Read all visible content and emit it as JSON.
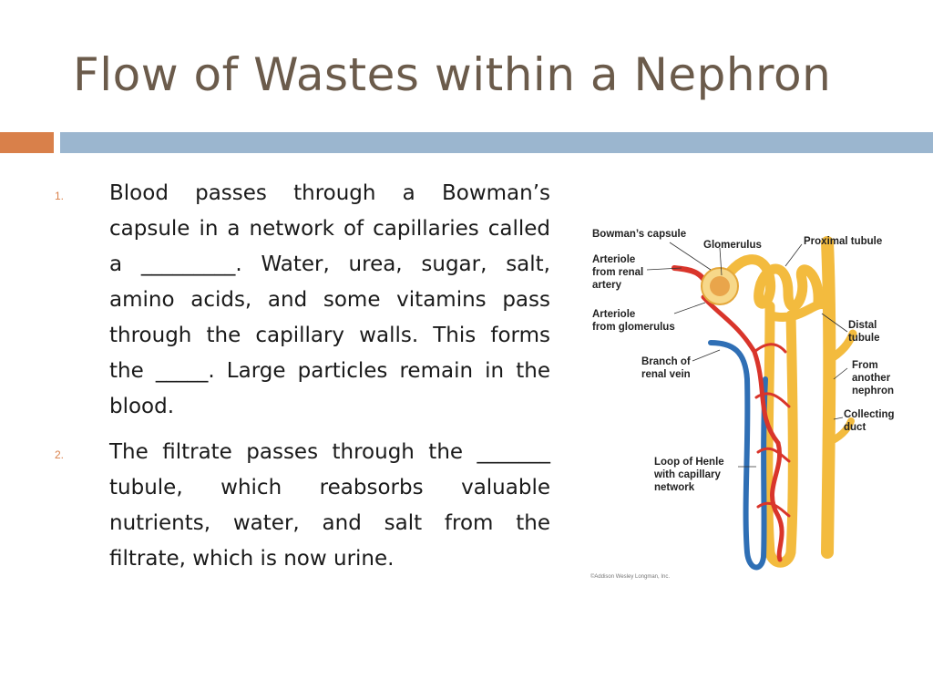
{
  "slide": {
    "title": "Flow of Wastes within a Nephron",
    "items": [
      {
        "number": "1.",
        "text": "Blood passes through a Bowman’s capsule in a network of capillaries called a _________.  Water, urea, sugar, salt, amino acids, and some vitamins pass through the capillary walls.  This forms the _____.  Large particles remain in the blood."
      },
      {
        "number": "2.",
        "text": "The filtrate passes through the _______ tubule, which reabsorbs valuable nutrients, water, and salt from the filtrate, which is now urine."
      }
    ]
  },
  "diagram": {
    "labels": {
      "bowmans_capsule": "Bowman’s capsule",
      "glomerulus": "Glomerulus",
      "proximal_tubule": "Proximal tubule",
      "arteriole_renal": [
        "Arteriole",
        "from renal",
        "artery"
      ],
      "arteriole_glomerulus": [
        "Arteriole",
        "from glomerulus"
      ],
      "distal_tubule": [
        "Distal",
        "tubule"
      ],
      "branch_renal_vein": [
        "Branch of",
        "renal vein"
      ],
      "from_another_nephron": [
        "From",
        "another",
        "nephron"
      ],
      "collecting_duct": [
        "Collecting",
        "duct"
      ],
      "loop_of_henle": [
        "Loop of Henle",
        "with capillary",
        "network"
      ]
    },
    "copyright": "©Addison Wesley Longman, Inc."
  },
  "colors": {
    "title": "#6b5b4b",
    "accent_orange": "#d9804a",
    "accent_blue": "#9bb6cf",
    "tubule": "#f3bb3e",
    "artery": "#d9352b",
    "vein": "#2f6fb5"
  }
}
